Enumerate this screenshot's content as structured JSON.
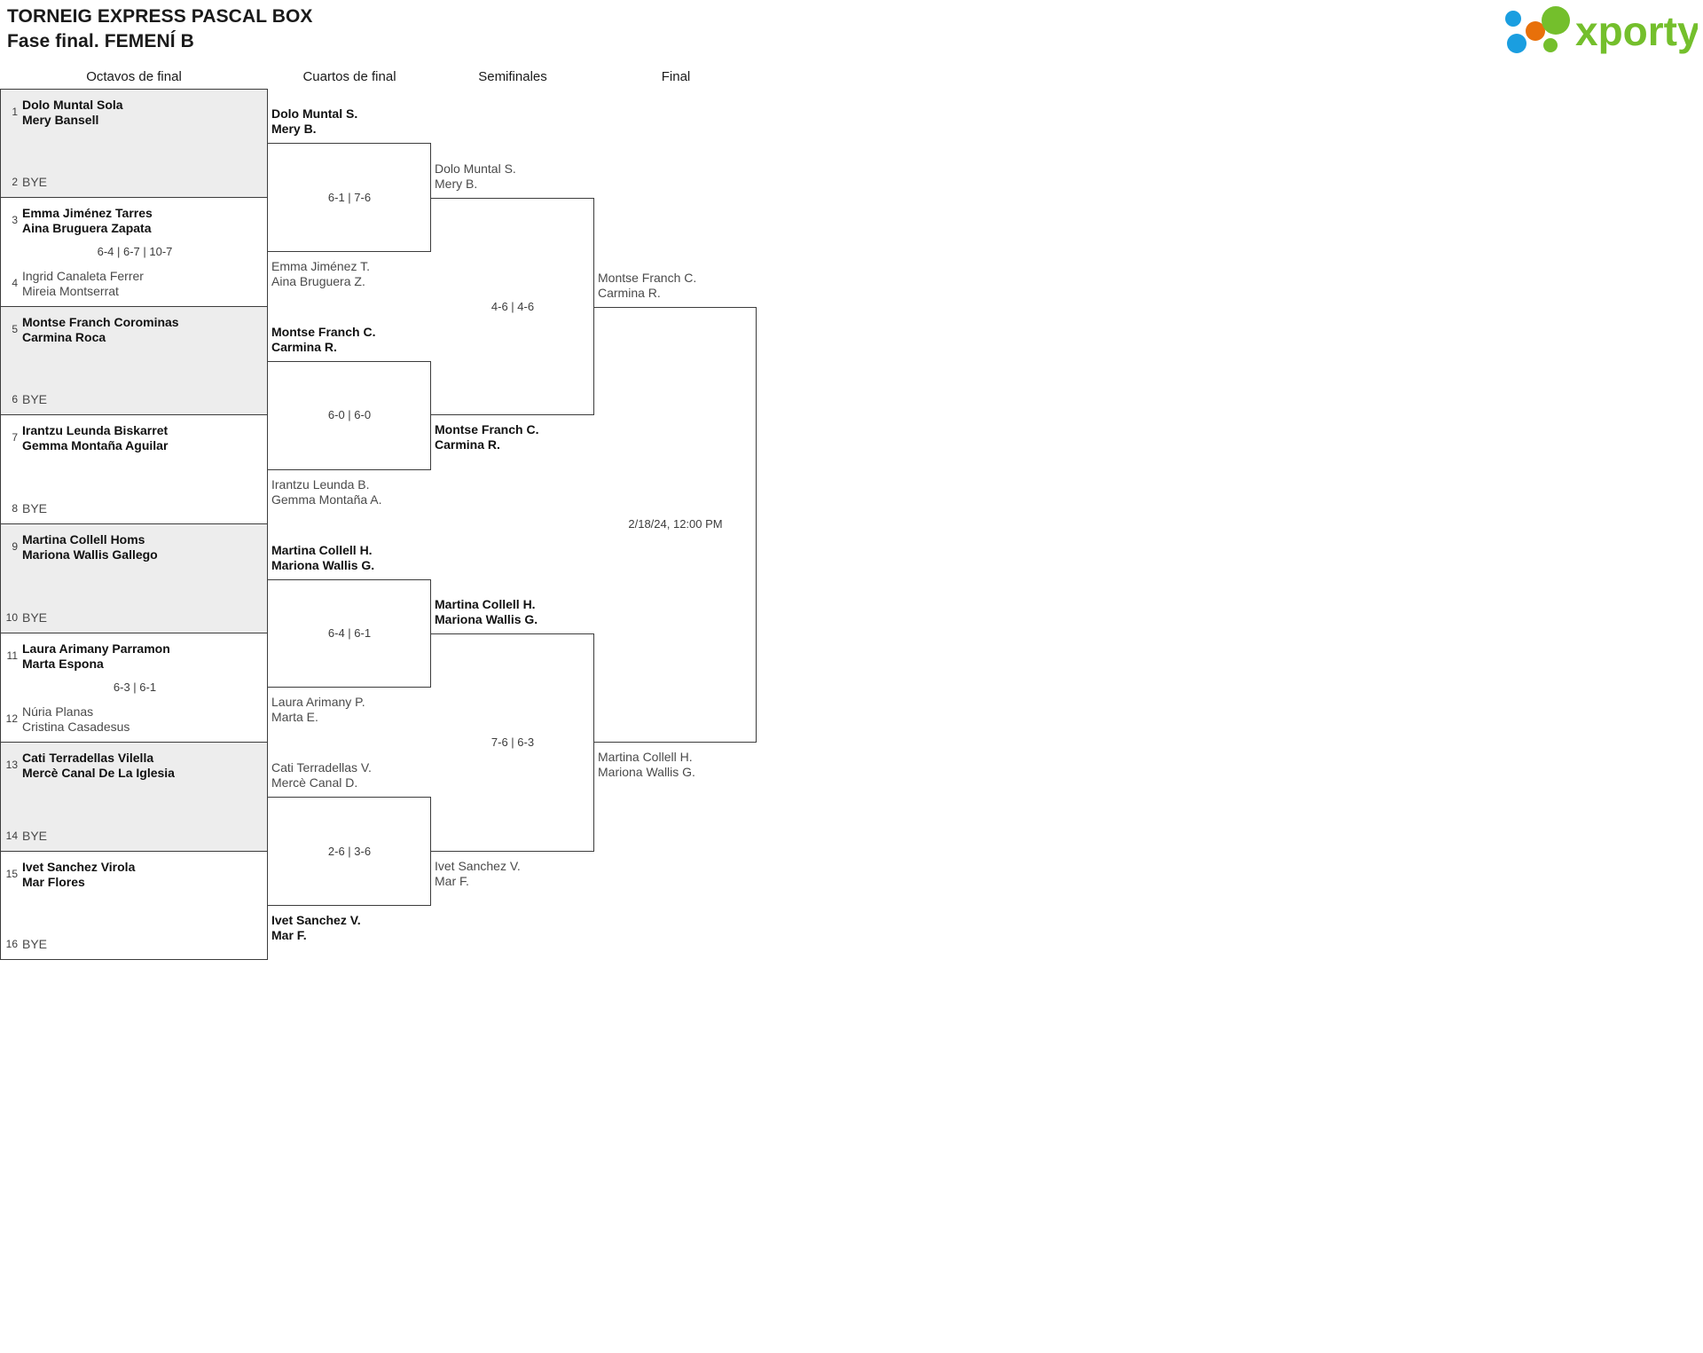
{
  "header": {
    "title_line1": "TORNEIG EXPRESS PASCAL BOX",
    "title_line2": "Fase final. FEMENÍ B",
    "logo_text": "xporty",
    "logo_colors": {
      "green": "#74bf2c",
      "orange": "#e8700a",
      "blue": "#1a9ee0"
    }
  },
  "rounds": [
    {
      "label": "Octavos de final"
    },
    {
      "label": "Cuartos de final"
    },
    {
      "label": "Semifinales"
    },
    {
      "label": "Final"
    }
  ],
  "round1": [
    {
      "shaded": true,
      "score": "",
      "top": {
        "seed": "1",
        "bye": false,
        "winner": true,
        "line1": "Dolo Muntal Sola",
        "line2": "Mery Bansell"
      },
      "bottom": {
        "seed": "2",
        "bye": true,
        "winner": false,
        "line1": "BYE",
        "line2": ""
      }
    },
    {
      "shaded": false,
      "score": "6-4 | 6-7 | 10-7",
      "top": {
        "seed": "3",
        "bye": false,
        "winner": true,
        "line1": "Emma Jiménez Tarres",
        "line2": "Aina Bruguera Zapata"
      },
      "bottom": {
        "seed": "4",
        "bye": false,
        "winner": false,
        "line1": "Ingrid Canaleta Ferrer",
        "line2": "Mireia Montserrat"
      }
    },
    {
      "shaded": true,
      "score": "",
      "top": {
        "seed": "5",
        "bye": false,
        "winner": true,
        "line1": "Montse Franch Corominas",
        "line2": "Carmina Roca"
      },
      "bottom": {
        "seed": "6",
        "bye": true,
        "winner": false,
        "line1": "BYE",
        "line2": ""
      }
    },
    {
      "shaded": false,
      "score": "",
      "top": {
        "seed": "7",
        "bye": false,
        "winner": true,
        "line1": "Irantzu Leunda Biskarret",
        "line2": "Gemma Montaña Aguilar"
      },
      "bottom": {
        "seed": "8",
        "bye": true,
        "winner": false,
        "line1": "BYE",
        "line2": ""
      }
    },
    {
      "shaded": true,
      "score": "",
      "top": {
        "seed": "9",
        "bye": false,
        "winner": true,
        "line1": "Martina Collell Homs",
        "line2": "Mariona Wallis Gallego"
      },
      "bottom": {
        "seed": "10",
        "bye": true,
        "winner": false,
        "line1": "BYE",
        "line2": ""
      }
    },
    {
      "shaded": false,
      "score": "6-3 | 6-1",
      "top": {
        "seed": "11",
        "bye": false,
        "winner": true,
        "line1": "Laura Arimany Parramon",
        "line2": "Marta Espona"
      },
      "bottom": {
        "seed": "12",
        "bye": false,
        "winner": false,
        "line1": "Núria Planas",
        "line2": "Cristina Casadesus"
      }
    },
    {
      "shaded": true,
      "score": "",
      "top": {
        "seed": "13",
        "bye": false,
        "winner": true,
        "line1": "Cati Terradellas Vilella",
        "line2": "Mercè Canal De La Iglesia"
      },
      "bottom": {
        "seed": "14",
        "bye": true,
        "winner": false,
        "line1": "BYE",
        "line2": ""
      }
    },
    {
      "shaded": false,
      "score": "",
      "top": {
        "seed": "15",
        "bye": false,
        "winner": true,
        "line1": "Ivet Sanchez Virola",
        "line2": "Mar Flores"
      },
      "bottom": {
        "seed": "16",
        "bye": true,
        "winner": false,
        "line1": "BYE",
        "line2": ""
      }
    }
  ],
  "round2": [
    {
      "score": "6-1 | 7-6",
      "top": {
        "winner": true,
        "line1": "Dolo Muntal S.",
        "line2": "Mery B."
      },
      "bottom": {
        "winner": false,
        "line1": "Emma Jiménez T.",
        "line2": "Aina Bruguera Z."
      }
    },
    {
      "score": "6-0 | 6-0",
      "top": {
        "winner": true,
        "line1": "Montse Franch C.",
        "line2": "Carmina R."
      },
      "bottom": {
        "winner": false,
        "line1": "Irantzu Leunda B.",
        "line2": "Gemma Montaña A."
      }
    },
    {
      "score": "6-4 | 6-1",
      "top": {
        "winner": true,
        "line1": "Martina Collell H.",
        "line2": "Mariona Wallis G."
      },
      "bottom": {
        "winner": false,
        "line1": "Laura Arimany P.",
        "line2": "Marta E."
      }
    },
    {
      "score": "2-6 | 3-6",
      "top": {
        "winner": false,
        "line1": "Cati Terradellas V.",
        "line2": "Mercè Canal D."
      },
      "bottom": {
        "winner": true,
        "line1": "Ivet Sanchez V.",
        "line2": "Mar F."
      }
    }
  ],
  "round3": [
    {
      "score": "4-6 | 4-6",
      "top": {
        "winner": false,
        "line1": "Dolo Muntal S.",
        "line2": "Mery B."
      },
      "bottom": {
        "winner": true,
        "line1": "Montse Franch C.",
        "line2": "Carmina R."
      }
    },
    {
      "score": "7-6 | 6-3",
      "top": {
        "winner": true,
        "line1": "Martina Collell H.",
        "line2": "Mariona Wallis G."
      },
      "bottom": {
        "winner": false,
        "line1": "Ivet Sanchez V.",
        "line2": "Mar F."
      }
    }
  ],
  "round4": [
    {
      "score": "2/18/24, 12:00 PM",
      "top": {
        "winner": false,
        "line1": "Montse Franch C.",
        "line2": "Carmina R."
      },
      "bottom": {
        "winner": false,
        "line1": "Martina Collell H.",
        "line2": "Mariona Wallis G."
      }
    }
  ]
}
